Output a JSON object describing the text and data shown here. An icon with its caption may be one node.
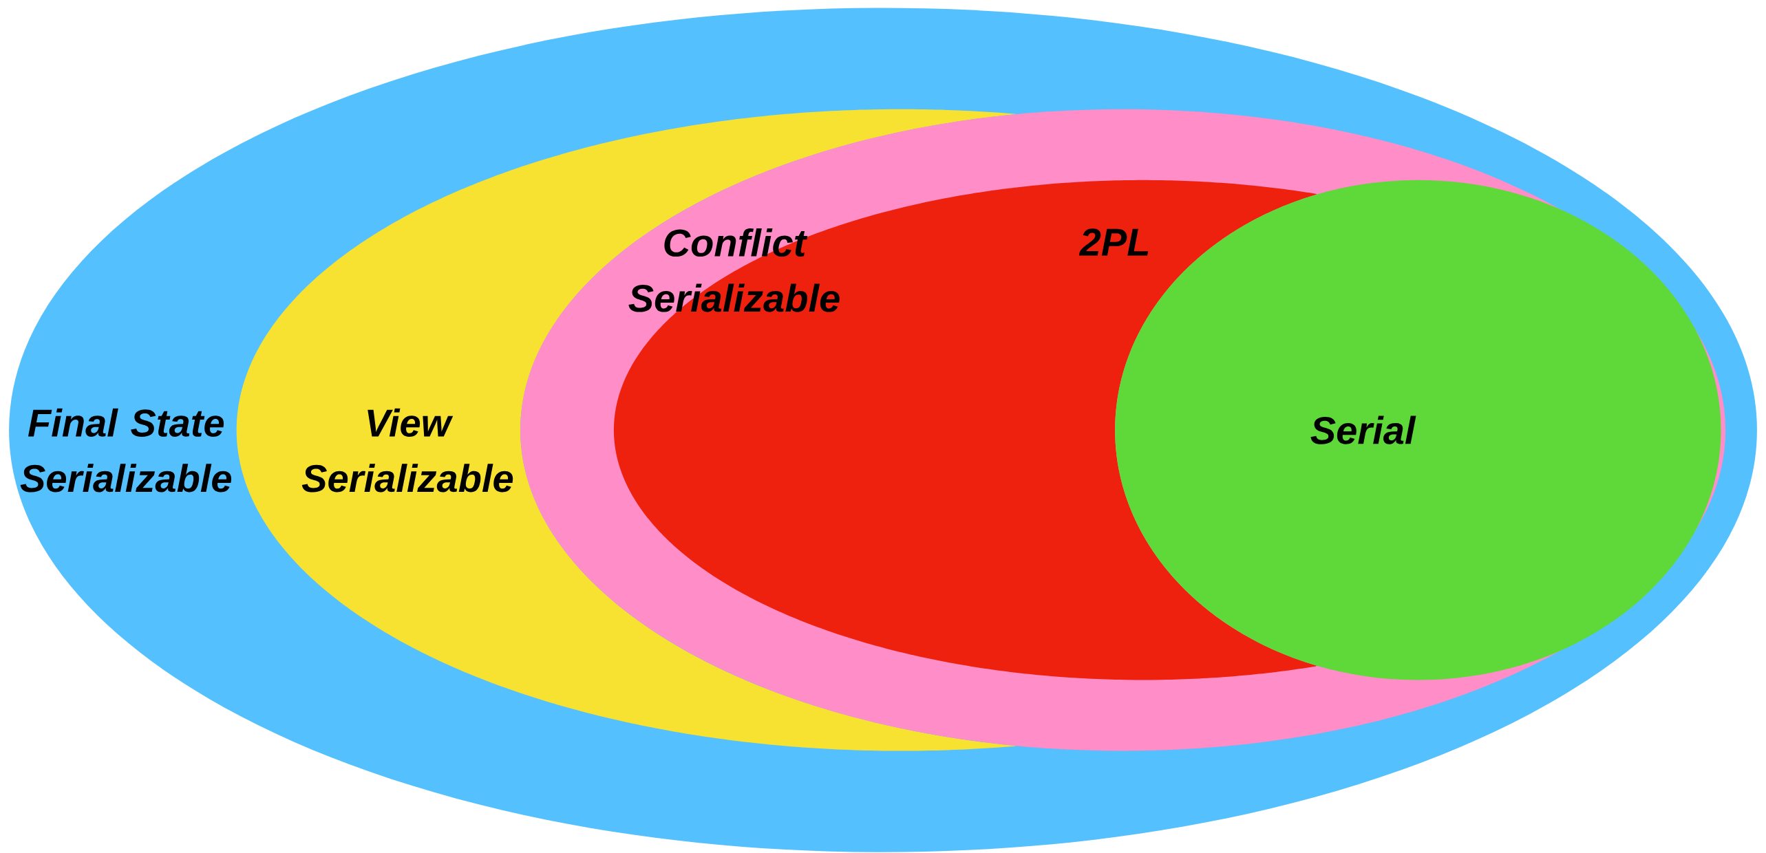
{
  "diagram": {
    "nodes": [
      {
        "text": [
          "Final State Serializable"
        ]
      },
      {
        "text": [
          "View Serializable"
        ],
        "in": 0
      },
      {
        "text": [
          "Conflict Serializable"
        ],
        "in": 0
      },
      {
        "text": [
          "2PL"
        ],
        "in": 2
      },
      {
        "text": [
          "Serial"
        ],
        "in": 2
      }
    ]
  }
}
